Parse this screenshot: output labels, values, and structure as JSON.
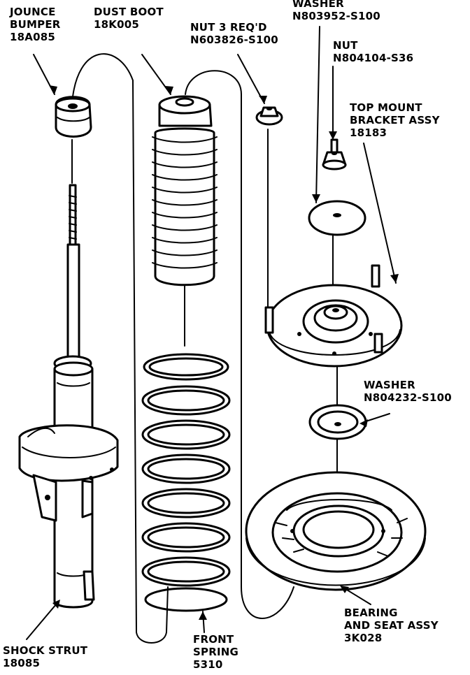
{
  "labels": {
    "jounce_bumper": {
      "line1": "JOUNCE",
      "line2": "BUMPER",
      "part": "18A085"
    },
    "dust_boot": {
      "line1": "DUST BOOT",
      "part": "18K005"
    },
    "nut_3": {
      "line1": "NUT 3 REQ'D",
      "part": "N603826-S100"
    },
    "washer_top": {
      "line1": "WASHER",
      "part": "N803952-S100"
    },
    "nut": {
      "line1": "NUT",
      "part": "N804104-S36"
    },
    "top_mount": {
      "line1": "TOP MOUNT",
      "line2": "BRACKET ASSY",
      "part": "18183"
    },
    "washer_mid": {
      "line1": "WASHER",
      "part": "N804232-S100"
    },
    "bearing": {
      "line1": "BEARING",
      "line2": "AND SEAT ASSY",
      "part": "3K028"
    },
    "shock_strut": {
      "line1": "SHOCK STRUT",
      "part": "18085"
    },
    "front_spring": {
      "line1": "FRONT",
      "line2": "SPRING",
      "part": "5310"
    }
  }
}
